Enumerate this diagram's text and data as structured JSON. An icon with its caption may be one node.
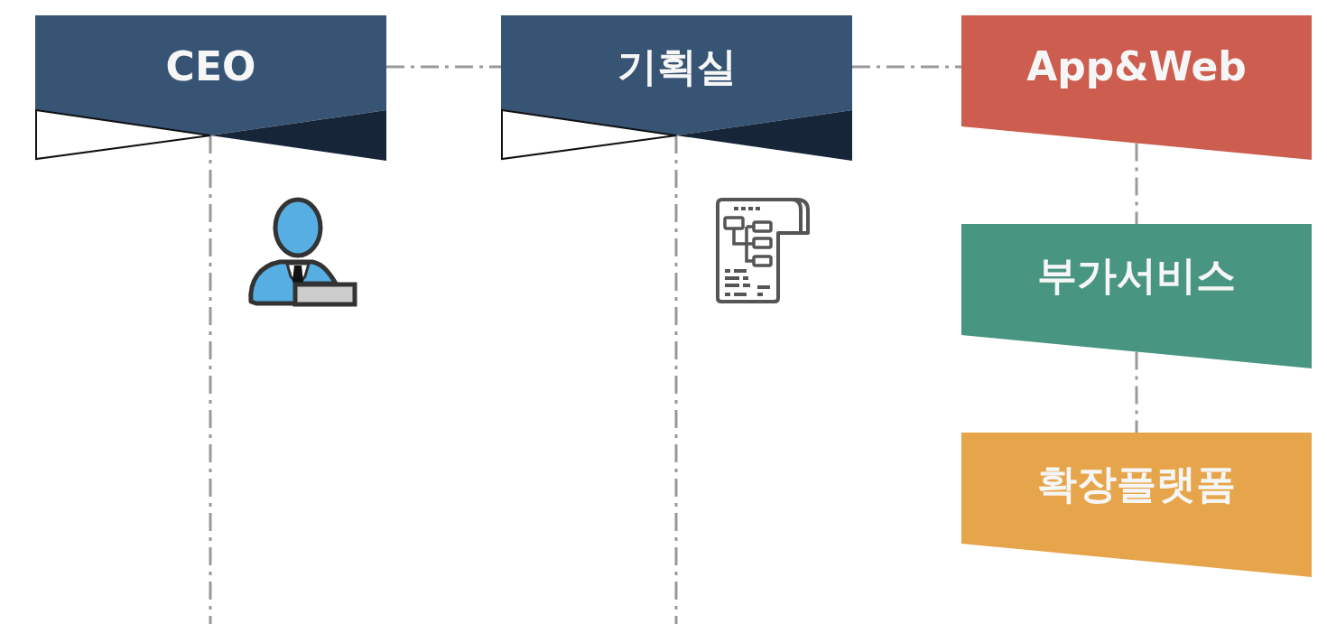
{
  "diagram": {
    "nodes": [
      {
        "text": [
          "CEO"
        ]
      },
      {
        "text": [
          "기획실"
        ]
      },
      {
        "text": [
          "App&Web"
        ]
      },
      {
        "text": [
          "부가서비스"
        ]
      },
      {
        "text": [
          "확장플랫폼"
        ]
      }
    ],
    "edges": [
      {
        "from": 0,
        "to": 1,
        "arrow": "none"
      },
      {
        "from": 1,
        "to": 2,
        "arrow": "none"
      },
      {
        "from": 2,
        "to": 3,
        "arrow": "none"
      },
      {
        "from": 3,
        "to": 4,
        "arrow": "none"
      },
      {
        "from": 0,
        "to": null,
        "arrow": "none"
      },
      {
        "from": 1,
        "to": null,
        "arrow": "none"
      }
    ]
  }
}
